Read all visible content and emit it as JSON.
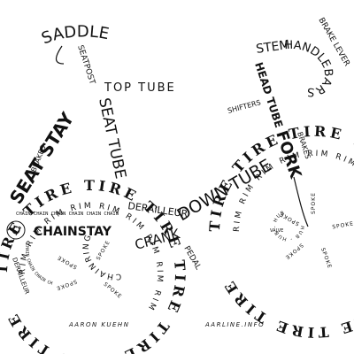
{
  "bicycle": {
    "labels": {
      "saddle": "SADDLE",
      "seatpost": "SEATPOST",
      "top_tube": "TOP TUBE",
      "stem": "STEM",
      "handlebars": "HANDLEBARS",
      "brake_lever": "BRAKE LEVER",
      "head_tube": "HEAD TUBE",
      "fork": "FORK",
      "seat_stay": "SEAT STAY",
      "seat_tube": "SEAT TUBE",
      "brakes_rear": "BRAKES",
      "brakes_front": "BRAKES",
      "shifters": "SHIFTERS",
      "down_tube": "DOWN TUBE",
      "derailleur_front": "DERAILLEUR",
      "chainstay": "CHAINSTAY",
      "chainring": "CHAINRING",
      "crank": "CRANK",
      "pedal": "PEDAL",
      "derailleur_rear": "DERAILLEUR",
      "chain": "CHAIN CHAIN CHAIN CHAIN CHAIN CHAIN",
      "chain_lower": "CHAIN CHAIN CHAIN CHAIN",
      "tire": "TIRE",
      "rim": "RIM",
      "spoke": "SPOKE",
      "hub": "HUB",
      "valve": "VALVE"
    },
    "credits": {
      "artist": "AARON KUEHN",
      "site": "AARLINE.INFO"
    },
    "colors": {
      "ink": "#111111",
      "paper": "#ffffff"
    }
  }
}
